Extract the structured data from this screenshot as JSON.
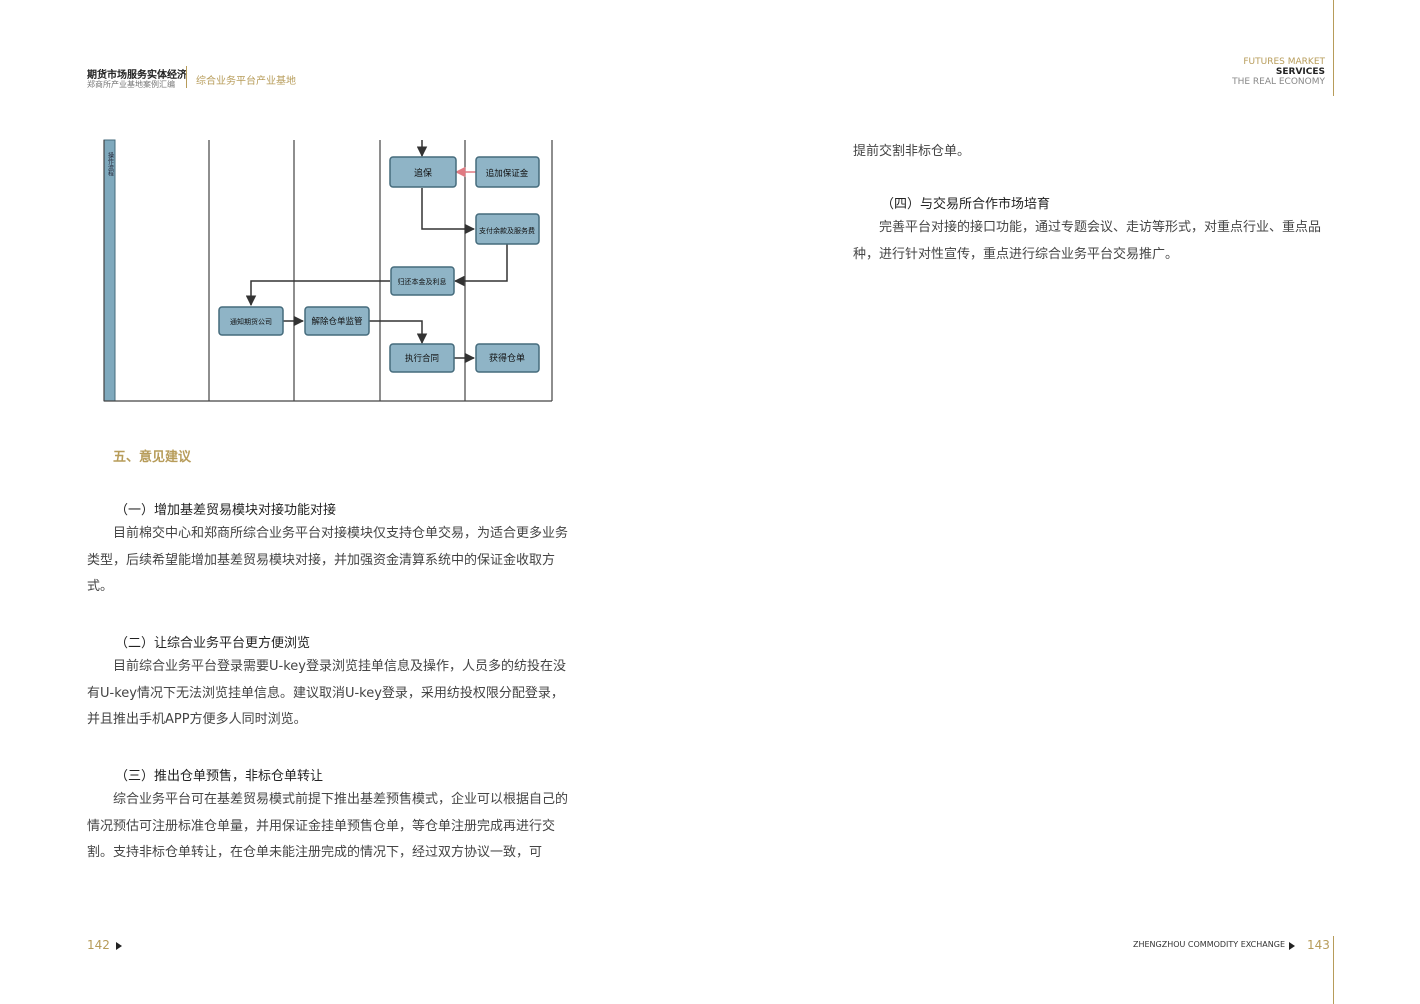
{
  "header": {
    "title": "期货市场服务实体经济",
    "subtitle": "郑商所产业基地案例汇编",
    "section": "综合业务平台产业基地",
    "right_line1": "FUTURES MARKET",
    "right_line2": "SERVICES",
    "right_line3": "THE REAL ECONOMY"
  },
  "flowchart": {
    "lane_label": "操作流程",
    "nodes": {
      "zhuibao": "追保",
      "zhuijia": "追加保证金",
      "zhifu": "支付余款及服务费",
      "guihuan": "归还本金及利息",
      "tongzhi": "通知期货公司",
      "jiechu": "解除仓单监管",
      "zhixing": "执行合同",
      "huode": "获得仓单"
    }
  },
  "left": {
    "section_title": "五、意见建议",
    "s1_title": "（一）增加基差贸易模块对接功能对接",
    "s1_body": "目前棉交中心和郑商所综合业务平台对接模块仅支持仓单交易，为适合更多业务类型，后续希望能增加基差贸易模块对接，并加强资金清算系统中的保证金收取方式。",
    "s2_title": "（二）让综合业务平台更方便浏览",
    "s2_body": "目前综合业务平台登录需要U-key登录浏览挂单信息及操作，人员多的纺投在没有U-key情况下无法浏览挂单信息。建议取消U-key登录，采用纺投权限分配登录，并且推出手机APP方便多人同时浏览。",
    "s3_title": "（三）推出仓单预售，非标仓单转让",
    "s3_body": "综合业务平台可在基差贸易模式前提下推出基差预售模式，企业可以根据自己的情况预估可注册标准仓单量，并用保证金挂单预售仓单，等仓单注册完成再进行交割。支持非标仓单转让，在仓单未能注册完成的情况下，经过双方协议一致，可"
  },
  "right": {
    "cont": "提前交割非标仓单。",
    "s4_title": "（四）与交易所合作市场培育",
    "s4_body": "完善平台对接的接口功能，通过专题会议、走访等形式，对重点行业、重点品种，进行针对性宣传，重点进行综合业务平台交易推广。"
  },
  "footer": {
    "left_page": "142",
    "right_label": "ZHENGZHOU COMMODITY EXCHANGE",
    "right_page": "143"
  },
  "colors": {
    "accent": "#b79c5a",
    "box_fill": "#8fb4c6",
    "box_stroke": "#456b7c",
    "lane_fill": "#7fa9bd",
    "alert_arrow": "#e07a82"
  }
}
